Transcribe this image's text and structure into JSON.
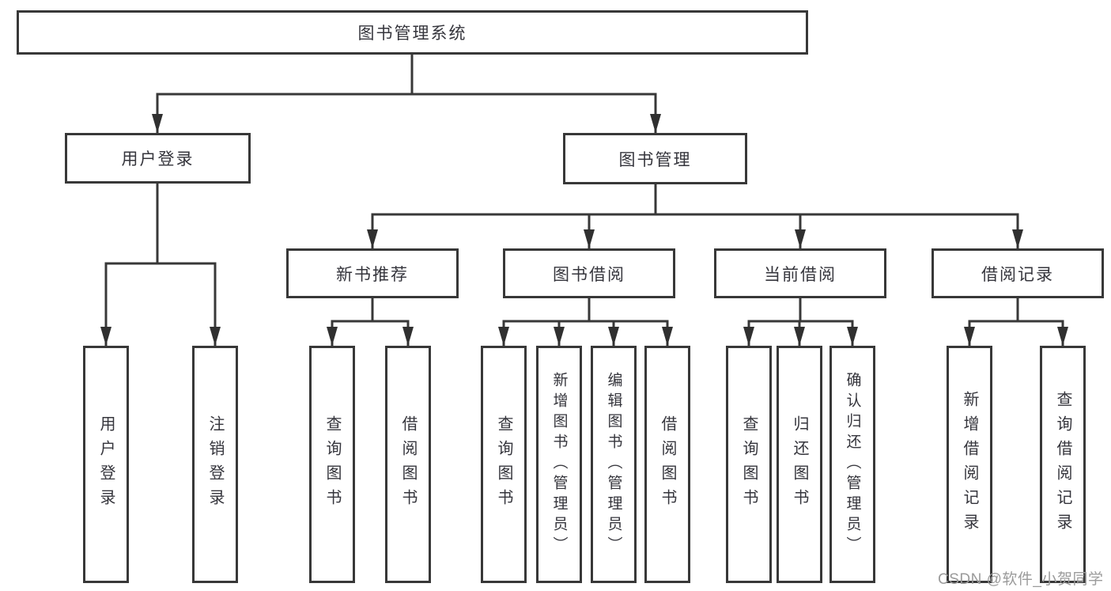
{
  "tree": {
    "root": "图书管理系统",
    "branches": [
      {
        "label": "用户登录",
        "children": [
          "用户登录",
          "注销登录"
        ]
      },
      {
        "label": "图书管理",
        "sections": [
          {
            "label": "新书推荐",
            "children": [
              "查询图书",
              "借阅图书"
            ]
          },
          {
            "label": "图书借阅",
            "children": [
              "查询图书",
              "新增图书（管理员）",
              "编辑图书（管理员）",
              "借阅图书"
            ]
          },
          {
            "label": "当前借阅",
            "children": [
              "查询图书",
              "归还图书",
              "确认归还（管理员）"
            ]
          },
          {
            "label": "借阅记录",
            "children": [
              "新增借阅记录",
              "查询借阅记录"
            ]
          }
        ]
      }
    ]
  },
  "watermark": "CSDN @软件_小贺同学",
  "colors": {
    "line": "#383838",
    "arrow": "#303030",
    "box_border": "#383838",
    "text": "#35353c",
    "watermark": "#9b9b9b",
    "background": "#ffffff"
  }
}
